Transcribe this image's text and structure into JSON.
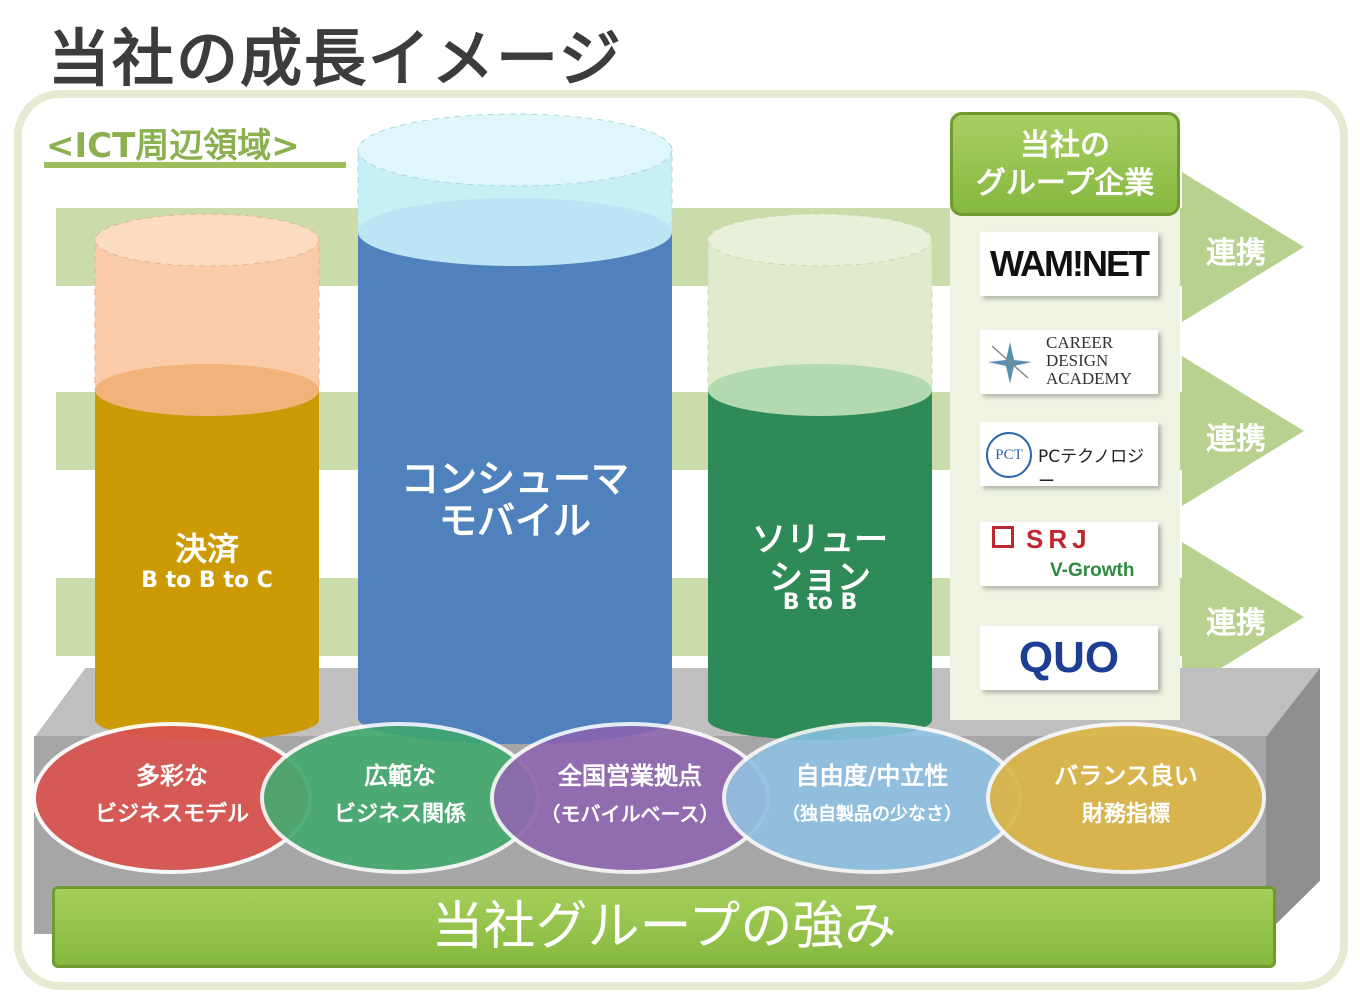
{
  "title": "当社の成長イメージ",
  "ict_label": "<ICT周辺領域>",
  "cylinders": [
    {
      "main": "決済",
      "sub": "B to B to C",
      "color": "#cc9a05"
    },
    {
      "main1": "コンシューマ",
      "main2": "モバイル",
      "color": "#4f81bd"
    },
    {
      "main1": "ソリュー",
      "main2": "ション",
      "sub": "B to B",
      "color": "#2e8b57"
    }
  ],
  "group": {
    "header_line1": "当社の",
    "header_line2": "グループ企業",
    "logos": {
      "wamnet": "WAM!NET",
      "career1": "CAREER",
      "career2": "DESIGN",
      "career3": "ACADEMY",
      "pct_mark": "PCT",
      "pct_text": "PCテクノロジー",
      "srj": "SRJ",
      "vgrowth": "V-Growth",
      "quo": "QUO"
    }
  },
  "renkei": [
    "連携",
    "連携",
    "連携"
  ],
  "strengths": [
    {
      "line1": "多彩な",
      "line2": "ビジネスモデル",
      "color": "#d9534f"
    },
    {
      "line1": "広範な",
      "line2": "ビジネス関係",
      "color": "#3daa6b"
    },
    {
      "line1": "全国営業拠点",
      "line2": "（モバイルベース）",
      "color": "#8e62b0"
    },
    {
      "line1": "自由度/中立性",
      "line2": "（独自製品の少なさ）",
      "color": "#8ec3e6"
    },
    {
      "line1": "バランス良い",
      "line2": "財務指標",
      "color": "#e0b73f"
    }
  ],
  "bottom_label": "当社グループの強み"
}
